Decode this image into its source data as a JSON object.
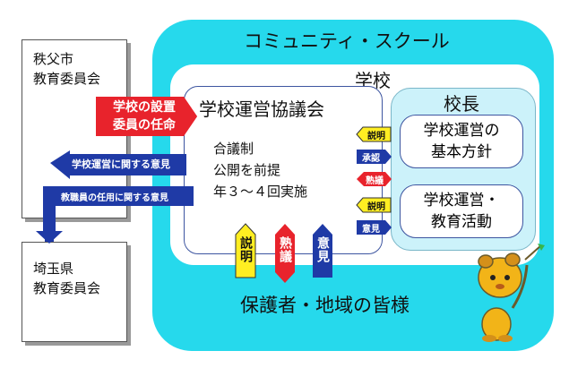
{
  "chichibu_board": {
    "line1": "秩父市",
    "line2": "教育委員会"
  },
  "saitama_board": {
    "line1": "埼玉県",
    "line2": "教育委員会"
  },
  "appointment_arrow": {
    "line1": "学校の設置",
    "line2": "委員の任命"
  },
  "opinion_school_arrow": "学校運営に関する意見",
  "opinion_staff_arrow": "教職員の任用に関する意見",
  "community_school_title": "コミュニティ・スクール",
  "school_label": "学校",
  "council": {
    "title": "学校運営協議会",
    "line1": "合議制",
    "line2": "公開を前提",
    "line3": "年３～４回実施"
  },
  "principal": {
    "title": "校長",
    "policy_line1": "学校運営の",
    "policy_line2": "基本方針",
    "activity_line1": "学校運営・",
    "activity_line2": "教育活動"
  },
  "tags": {
    "explain_top": "説明",
    "approve": "承認",
    "deliberate": "熟議",
    "explain_bottom": "説明",
    "opinion": "意見"
  },
  "bottom_arrows": {
    "explain": "説明",
    "deliberate": "熟議",
    "opinion": "意見"
  },
  "guardians_label": "保護者・地域の皆様",
  "colors": {
    "cyan": "#26d9ec",
    "light_cyan": "#ccf2fa",
    "navy": "#1f3aa6",
    "red": "#e8232c",
    "yellow": "#ffee22"
  }
}
